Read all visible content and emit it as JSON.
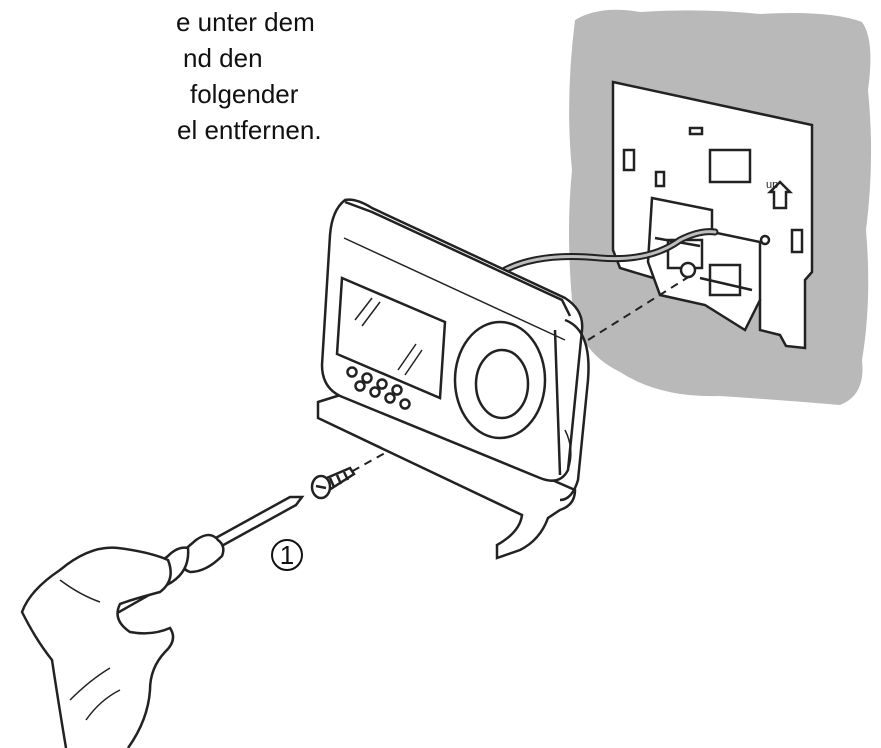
{
  "instruction": {
    "lines": [
      "e unter dem",
      "nd den",
      "folgender",
      "el entfernen."
    ]
  },
  "callout": {
    "number": "1"
  },
  "colors": {
    "wall": "#b9b9b9",
    "line": "#222222",
    "device": "#ffffff"
  },
  "icons": [
    "hand-icon",
    "screwdriver-icon",
    "screw-icon",
    "wall-plate-icon",
    "thermostat-icon",
    "cable-icon"
  ]
}
